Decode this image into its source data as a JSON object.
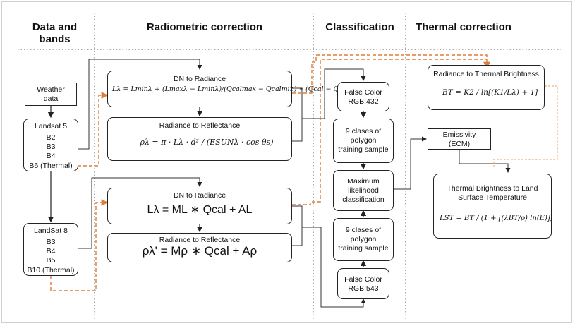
{
  "headers": {
    "data_bands": "Data and\nbands",
    "radiometric": "Radiometric correction",
    "classification": "Classification",
    "thermal": "Thermal correction"
  },
  "left": {
    "weather": "Weather\ndata",
    "landsat5_title": "Landsat 5",
    "landsat5_bands": [
      "B2",
      "B3",
      "B4"
    ],
    "landsat5_thermal": "B6 (Thermal)",
    "landsat8_title": "LandSat 8",
    "landsat8_bands": [
      "B3",
      "B4",
      "B5"
    ],
    "landsat8_thermal": "B10 (Thermal)"
  },
  "radiometric": {
    "dn1_title": "DN to Radiance",
    "dn1_formula": "Lλ = Lminλ + (Lmaxλ − Lminλ)/(Qcalmax − Qcalmin) ∗ (Qcal − Qcalmin)",
    "rr1_title": "Radiance to Reflectance",
    "rr1_formula": "ρλ = π · Lλ · d² / (ESUNλ · cos θs)",
    "dn2_title": "DN to Radiance",
    "dn2_formula": "Lλ = ML ∗ Qcal + AL",
    "rr2_title": "Radiance to Reflectance",
    "rr2_formula": "ρλ' = Mρ ∗ Qcal + Aρ"
  },
  "classification": {
    "fc1": "False Color\nRGB:432",
    "poly1": "9 clases of\npolygon\ntraining sample",
    "ml": "Maximum\nlikelihood\nclassification",
    "poly2": "9 clases of\npolygon\ntraining sample",
    "fc2": "False Color\nRGB:543"
  },
  "thermal": {
    "rtb_title": "Radiance to Thermal Brightness",
    "rtb_formula": "BT = K2 / ln[(K1/Lλ) + 1]",
    "emis": "Emissivity\n(ECM)",
    "lst_title": "Thermal Brightness to Land\nSurface Temperature",
    "lst_formula": "LST = BT / (1 + [(λBT/ρ) ln(E)])"
  },
  "colors": {
    "dashed_orange": "#e07b39",
    "light_orange": "#f0b27a",
    "line": "#333333"
  }
}
